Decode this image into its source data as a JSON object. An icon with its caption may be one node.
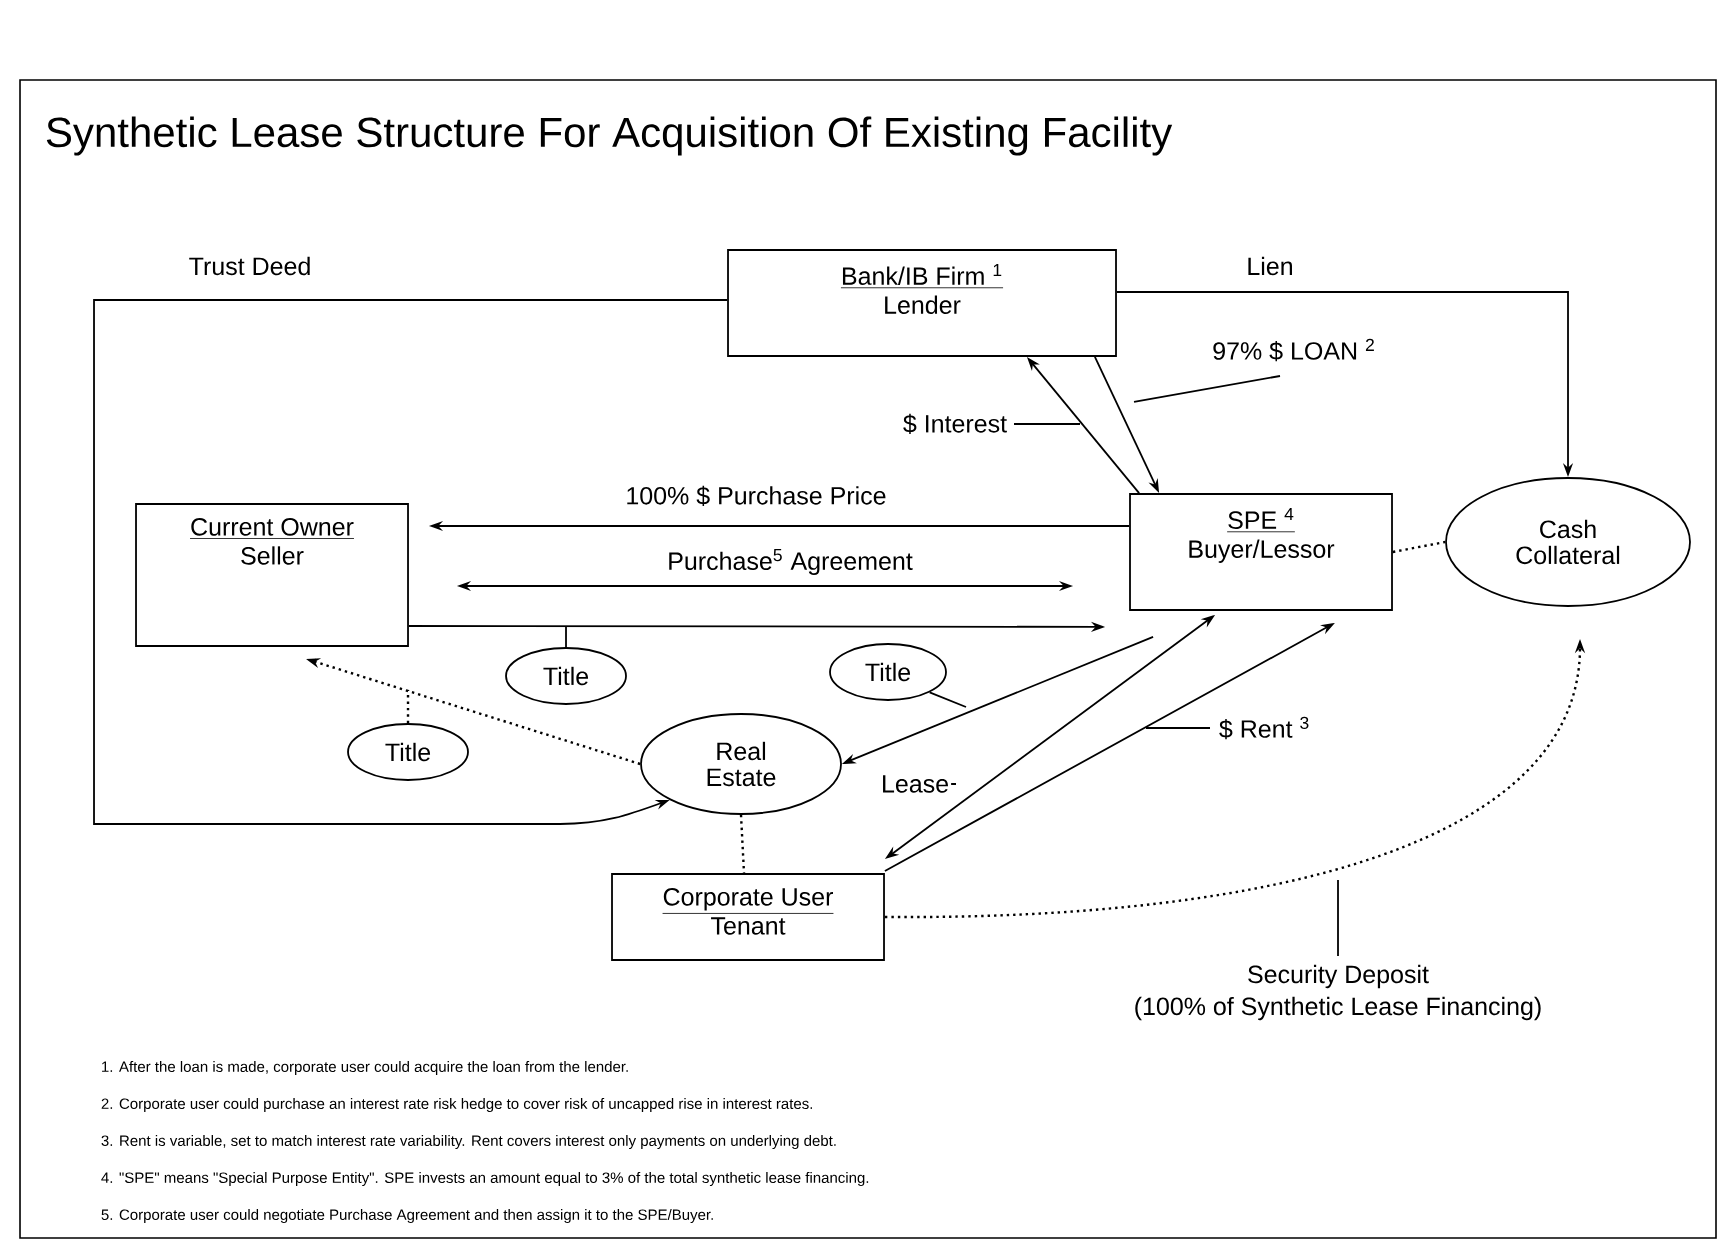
{
  "diagram": {
    "title": "Synthetic Lease Structure For Acquisition Of Existing Facility",
    "nodes": [
      {
        "text": [
          "Bank/IB Firm $^{1}$",
          "Lender"
        ]
      },
      {
        "text": [
          "Current Owner",
          "Seller"
        ]
      },
      {
        "text": [
          "SPE $^{4}$",
          "Buyer/Lessor"
        ]
      },
      {
        "text": [
          "Cash Collateral"
        ]
      },
      {
        "text": [
          "Real Estate"
        ]
      },
      {
        "text": [
          "Corporate User",
          "Tenant"
        ]
      },
      {
        "text": [
          "Title"
        ]
      },
      {
        "text": [
          "Title"
        ]
      },
      {
        "text": [
          "Title"
        ]
      }
    ],
    "edges": [
      {
        "from": 0,
        "to": 4,
        "arrow": "to",
        "label": "Trust Deed"
      },
      {
        "from": 0,
        "to": 3,
        "arrow": "to",
        "label": "Lien"
      },
      {
        "from": 0,
        "to": 2,
        "arrow": "to",
        "label": "97% $ LOAN $^{2}$"
      },
      {
        "from": 2,
        "to": 0,
        "arrow": "to",
        "label": "$ Interest"
      },
      {
        "from": 2,
        "to": 1,
        "arrow": "to",
        "label": "100% $ Purchase Price"
      },
      {
        "from": 1,
        "to": 2,
        "arrow": "both",
        "label": "Purchase$^{5}$ Agreement"
      },
      {
        "from": 1,
        "to": 2,
        "arrow": "to"
      },
      {
        "from": 6,
        "to": null,
        "arrow": "none"
      },
      {
        "from": 2,
        "to": 4,
        "arrow": "to"
      },
      {
        "from": 7,
        "to": null,
        "arrow": "none"
      },
      {
        "from": 4,
        "to": 1,
        "arrow": "to",
        "style": "dashed"
      },
      {
        "from": 8,
        "to": null,
        "arrow": "none",
        "style": "dashed"
      },
      {
        "from": 2,
        "to": 5,
        "arrow": "both",
        "label": "Lease"
      },
      {
        "from": 5,
        "to": 2,
        "arrow": "to",
        "label": "$ Rent $^{3}$"
      },
      {
        "from": 4,
        "to": 5,
        "arrow": "none",
        "style": "dashed"
      },
      {
        "from": 2,
        "to": 3,
        "arrow": "none",
        "style": "dashed"
      },
      {
        "from": 5,
        "to": 3,
        "arrow": "to",
        "style": "dashed",
        "label": "Security Deposit (100% of Synthetic Lease Financing)"
      }
    ],
    "labels": [
      "1. After the loan is made, corporate user could acquire the loan from the lender.",
      "2. Corporate user could purchase an interest rate risk hedge to cover risk of uncapped rise in interest rates.",
      "3. Rent is variable, set to match interest rate variability. Rent covers interest only payments on underlying debt.",
      "4. \"SPE\" means \"Special Purpose Entity\". SPE invests an amount equal to 3% of the total synthetic lease financing.",
      "5. Corporate user could negotiate Purchase Agreement and then assign it to the SPE/Buyer."
    ]
  }
}
